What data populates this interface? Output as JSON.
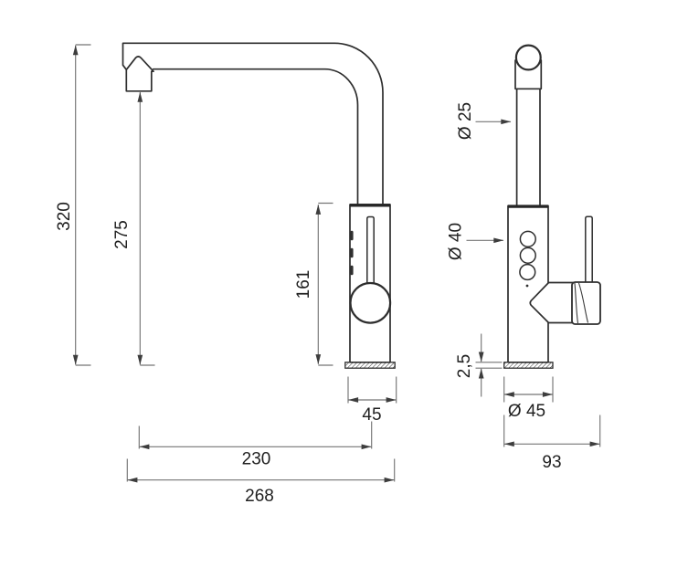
{
  "drawing": {
    "colors": {
      "background": "#ffffff",
      "object_line": "#2e2e2e",
      "dimension_line": "#757575",
      "text": "#1f1f1f"
    },
    "front_view": {
      "overall_height": "320",
      "spout_outlet_height": "275",
      "body_height": "161",
      "body_width": "45",
      "spout_reach": "230",
      "overall_reach": "268"
    },
    "side_view": {
      "spout_tube_diameter": "Ø 25",
      "body_diameter": "Ø 40",
      "base_plate_thickness": "2,5",
      "base_diameter": "Ø 45",
      "overall_depth": "93"
    }
  }
}
